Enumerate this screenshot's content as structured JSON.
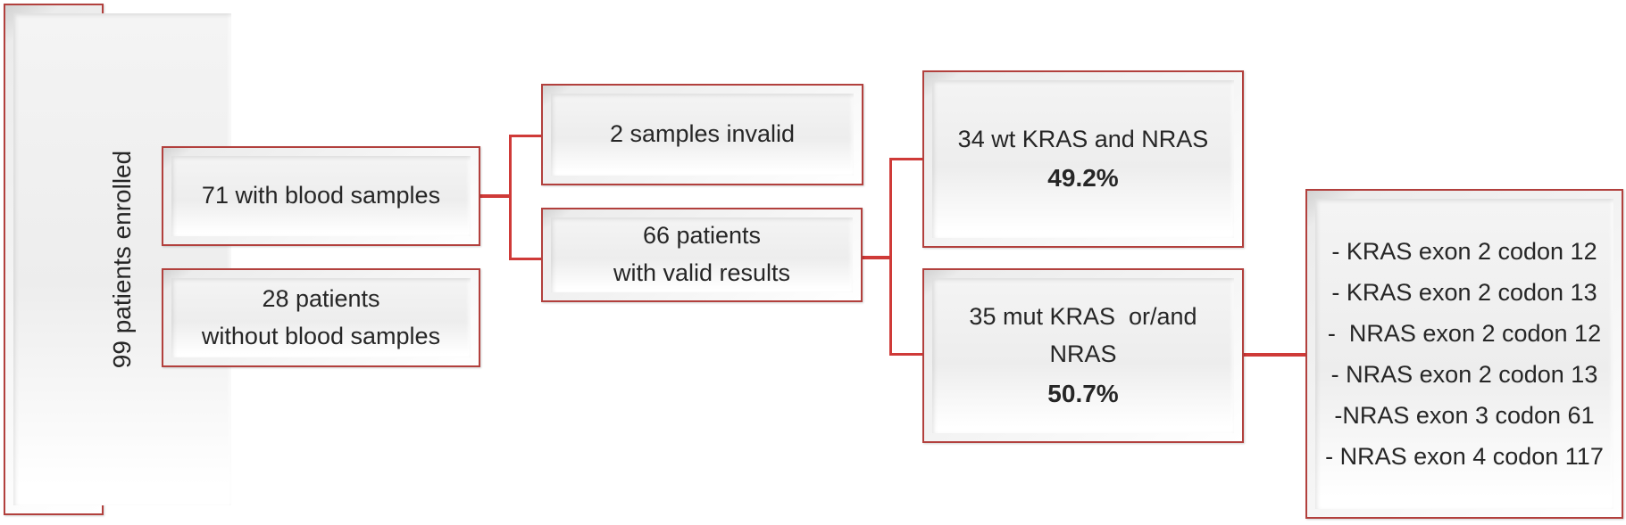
{
  "colors": {
    "box_border": "#b2403d",
    "connector": "#cf3a38",
    "text": "#262626",
    "background": "#ffffff"
  },
  "flowchart": {
    "enrolled": {
      "label": "99 patients enrolled"
    },
    "with_blood": {
      "label": "71 with blood samples"
    },
    "without_blood": {
      "line1": "28 patients",
      "line2": "without blood samples"
    },
    "invalid": {
      "label": "2 samples invalid"
    },
    "valid": {
      "line1": "66 patients",
      "line2": "with valid results"
    },
    "wildtype": {
      "label": "34 wt KRAS and NRAS",
      "percent": "49.2%"
    },
    "mutant": {
      "label": "35 mut KRAS  or/and  NRAS",
      "percent": "50.7%"
    },
    "mutations": {
      "items": [
        "- KRAS exon 2 codon 12",
        "- KRAS exon 2 codon 13",
        "-  NRAS exon 2 codon 12",
        "- NRAS exon 2 codon 13",
        "-NRAS exon 3 codon 61",
        "- NRAS exon 4 codon 117"
      ]
    }
  }
}
